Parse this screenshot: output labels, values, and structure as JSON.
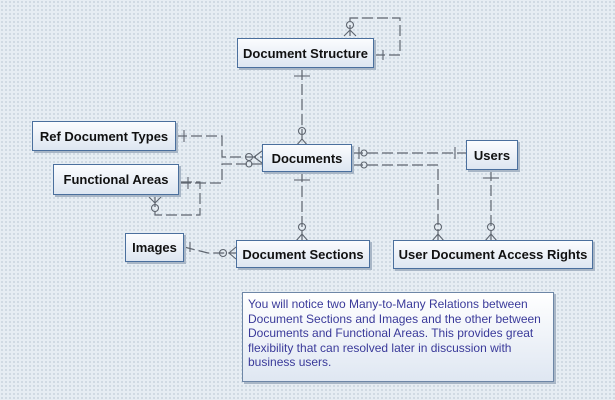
{
  "entities": {
    "document_structure": "Document Structure",
    "ref_document_types": "Ref Document Types",
    "documents": "Documents",
    "users": "Users",
    "functional_areas": "Functional Areas",
    "images": "Images",
    "document_sections": "Document Sections",
    "user_document_access_rights": "User Document Access Rights"
  },
  "note": {
    "text": "You will notice two Many-to-Many Relations between Document Sections and Images and the other between Documents and Functional Areas. This provides great flexibility that can resolved later in discussion with business users."
  },
  "colors": {
    "line": "#5f6670",
    "entity_border": "#4a6f9d",
    "note_text": "#3a3a9a"
  }
}
